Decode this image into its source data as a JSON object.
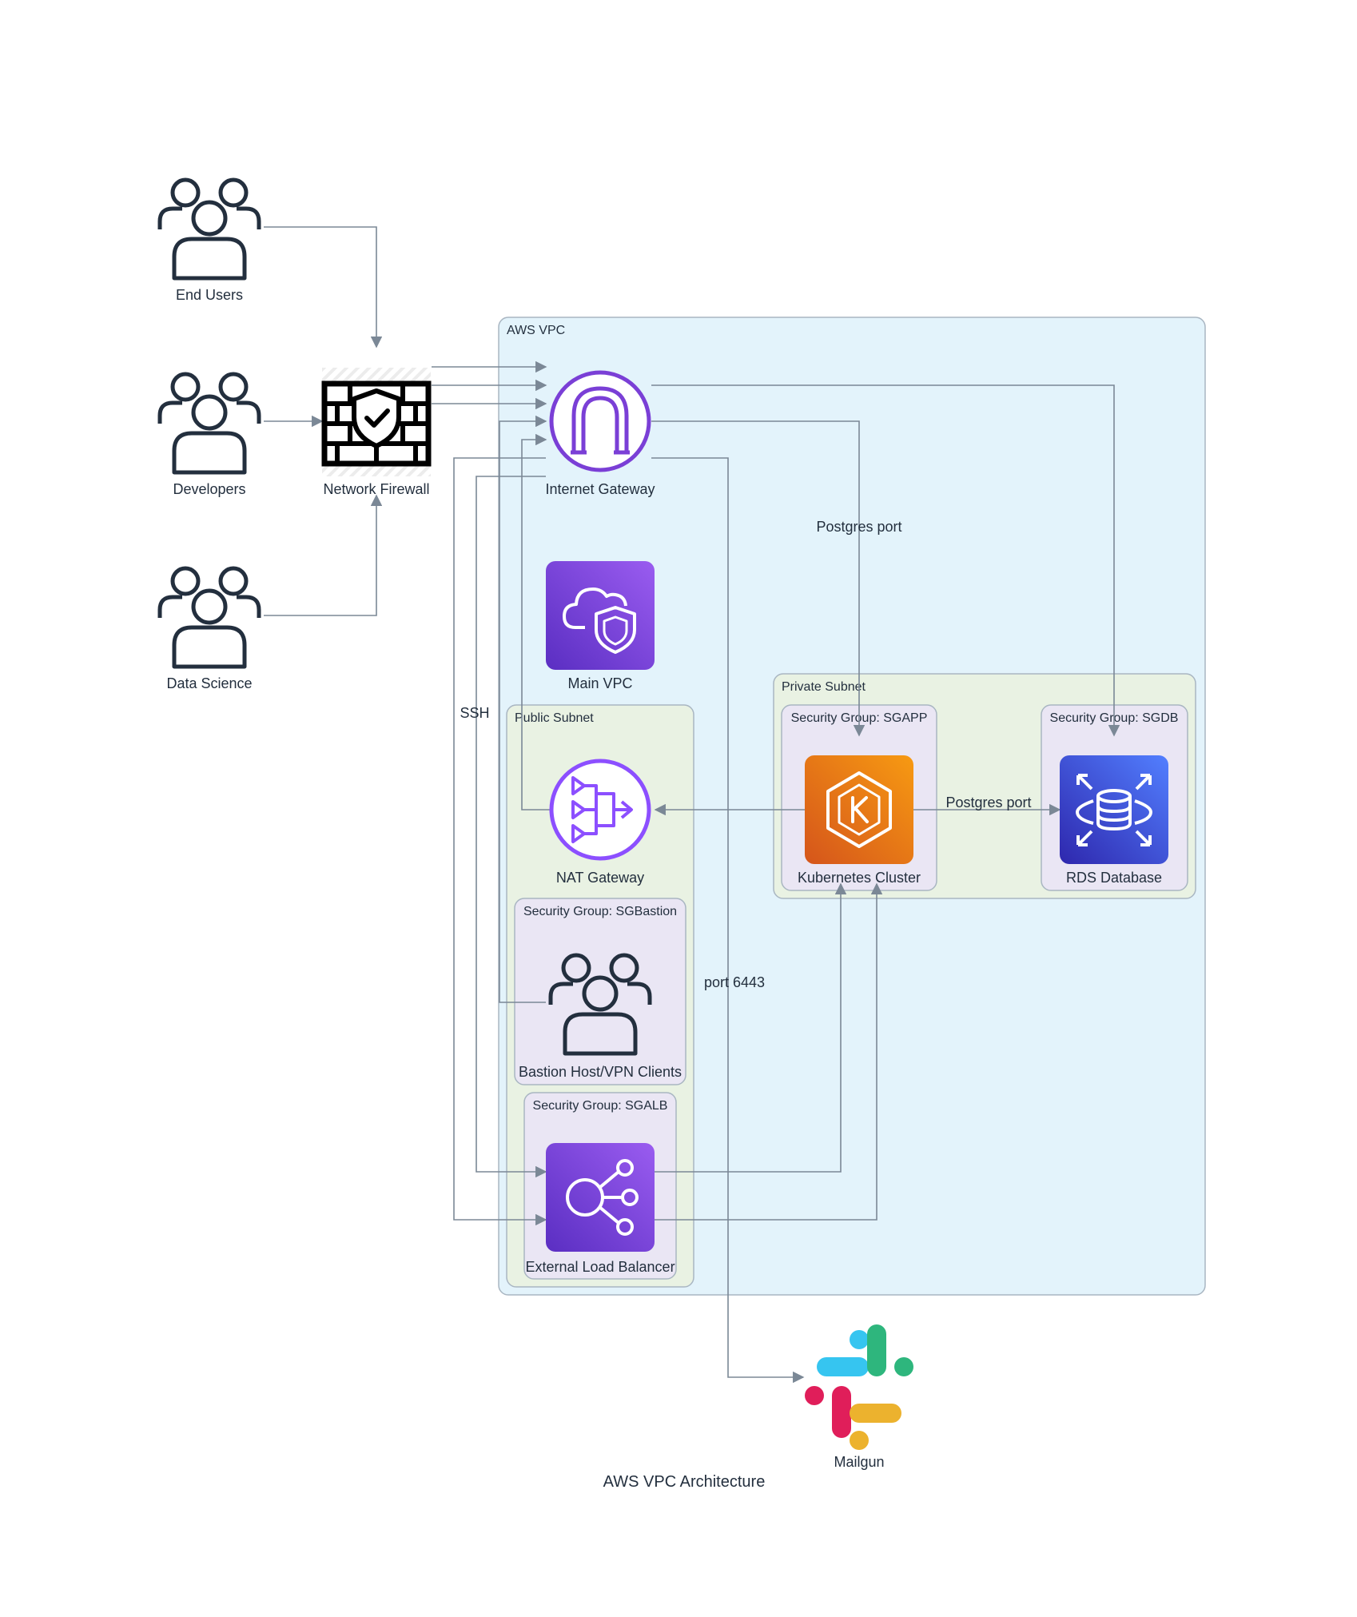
{
  "title": "AWS VPC Architecture",
  "groups": {
    "vpc": "AWS VPC",
    "public_subnet": "Public Subnet",
    "private_subnet": "Private Subnet",
    "sg_bastion": "Security Group: SGBastion",
    "sg_alb": "Security Group: SGALB",
    "sg_app": "Security Group: SGAPP",
    "sg_db": "Security Group: SGDB"
  },
  "nodes": {
    "end_users": "End Users",
    "developers": "Developers",
    "data_science": "Data Science",
    "network_firewall": "Network Firewall",
    "internet_gateway": "Internet Gateway",
    "main_vpc": "Main VPC",
    "nat_gateway": "NAT Gateway",
    "bastion": "Bastion Host/VPN Clients",
    "external_lb": "External Load Balancer",
    "kubernetes": "Kubernetes Cluster",
    "rds": "RDS Database",
    "mailgun": "Mailgun"
  },
  "edge_labels": {
    "postgres_top": "Postgres port",
    "postgres_mid": "Postgres port",
    "ssh": "SSH",
    "port_6443": "port 6443"
  },
  "colors": {
    "vpc_fill": "#e3f3fb",
    "subnet_fill": "#e9f2e3",
    "sg_fill": "#eae6f4",
    "purple": "#7a3fd6",
    "orange": "#ef7b12",
    "rds_blue": "#3b48cc",
    "edge": "#7b8896",
    "icon_dark": "#232f3e"
  },
  "icons": {
    "users": "users-icon",
    "firewall": "firewall-icon",
    "internet_gateway": "internet-gateway-icon",
    "vpc": "vpc-cloud-shield-icon",
    "nat": "nat-gateway-icon",
    "elb": "load-balancer-icon",
    "eks": "kubernetes-icon",
    "rds": "database-icon",
    "slack": "slack-logo-icon"
  }
}
